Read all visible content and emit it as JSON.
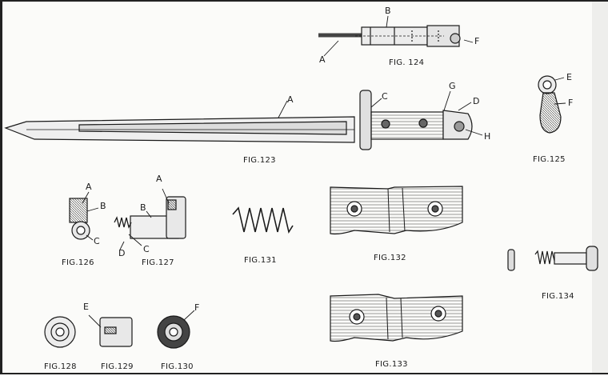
{
  "figures": [
    {
      "id": "fig123",
      "caption": "FIG.123",
      "callouts": [
        "A",
        "C",
        "G",
        "D",
        "H"
      ]
    },
    {
      "id": "fig124",
      "caption": "FIG. 124",
      "callouts": [
        "B",
        "A",
        "F"
      ]
    },
    {
      "id": "fig125",
      "caption": "FIG.125",
      "callouts": [
        "E",
        "F"
      ]
    },
    {
      "id": "fig126",
      "caption": "FIG.126",
      "callouts": [
        "A",
        "B",
        "C"
      ]
    },
    {
      "id": "fig127",
      "caption": "FIG.127",
      "callouts": [
        "A",
        "B",
        "D",
        "C"
      ]
    },
    {
      "id": "fig131",
      "caption": "FIG.131"
    },
    {
      "id": "fig132",
      "caption": "FIG.132"
    },
    {
      "id": "fig133",
      "caption": "FIG.133"
    },
    {
      "id": "fig134",
      "caption": "FIG.134"
    },
    {
      "id": "fig128",
      "caption": "FIG.128",
      "callouts": [
        "E"
      ]
    },
    {
      "id": "fig129",
      "caption": "FIG.129"
    },
    {
      "id": "fig130",
      "caption": "FIG.130",
      "callouts": [
        "F"
      ]
    }
  ],
  "colors": {
    "ink": "#1a1a1a",
    "paper": "#fbfbf9"
  }
}
